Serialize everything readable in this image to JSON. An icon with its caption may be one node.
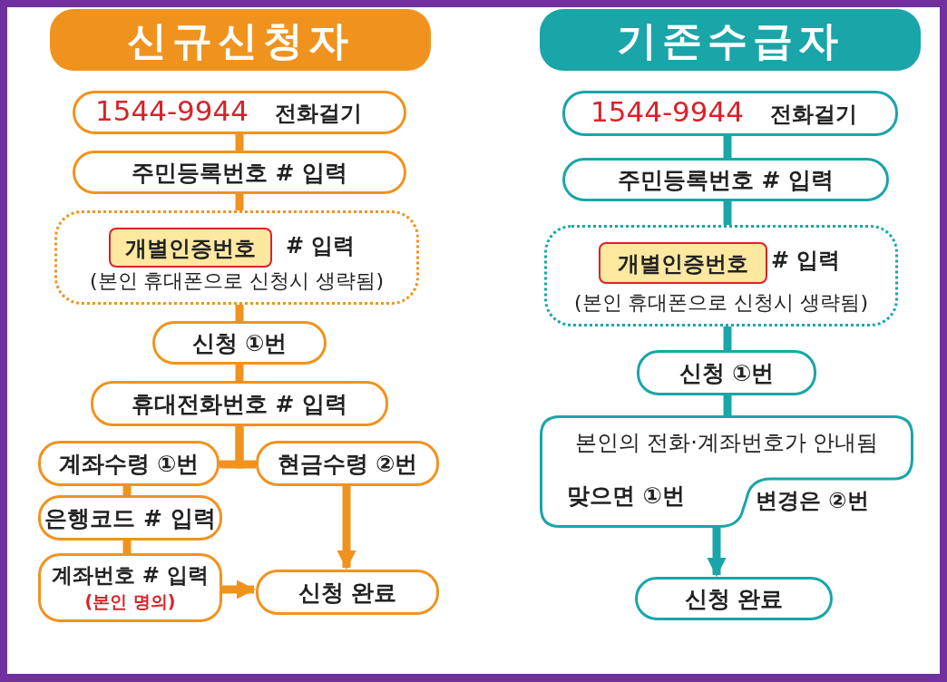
{
  "diagram": {
    "nodes": [
      {
        "text": [
          "신규신청자"
        ]
      },
      {
        "text": [
          "1544-9944",
          "전화걸기"
        ]
      },
      {
        "text": [
          "주민등록번호 # 입력"
        ]
      },
      {
        "text": [
          "# 입력",
          "(본인 휴대폰으로 신청시 생략됨)"
        ]
      },
      {
        "text": [
          "개별인증번호"
        ],
        "in": 3
      },
      {
        "text": [
          "신청 ①번"
        ]
      },
      {
        "text": [
          "휴대전화번호 # 입력"
        ]
      },
      {
        "text": [
          "계좌수령 ①번"
        ]
      },
      {
        "text": [
          "현금수령 ②번"
        ]
      },
      {
        "text": [
          "은행코드 # 입력"
        ]
      },
      {
        "text": [
          "계좌번호 # 입력",
          "(본인 명의)"
        ]
      },
      {
        "text": [
          "신청 완료"
        ]
      },
      {
        "text": [
          "기존수급자"
        ]
      },
      {
        "text": [
          "1544-9944",
          "전화걸기"
        ]
      },
      {
        "text": [
          "주민등록번호 # 입력"
        ]
      },
      {
        "text": [
          "# 입력",
          "(본인 휴대폰으로 신청시 생략됨)"
        ]
      },
      {
        "text": [
          "개별인증번호"
        ],
        "in": 15
      },
      {
        "text": [
          "신청 ①번"
        ]
      },
      {
        "text": [
          "본인의 전화·계좌번호가 안내됨",
          "맞으면 ①번",
          "변경은 ②번"
        ]
      },
      {
        "text": [
          "신청 완료"
        ]
      }
    ],
    "edges": [
      {
        "from": 1,
        "to": 2,
        "arrow": "none"
      },
      {
        "from": 2,
        "to": 3,
        "arrow": "none"
      },
      {
        "from": 3,
        "to": 5,
        "arrow": "none"
      },
      {
        "from": 5,
        "to": 6,
        "arrow": "none"
      },
      {
        "from": 6,
        "to": 7,
        "arrow": "none"
      },
      {
        "from": 6,
        "to": 8,
        "arrow": "none"
      },
      {
        "from": 7,
        "to": 9,
        "arrow": "none"
      },
      {
        "from": 9,
        "to": 10,
        "arrow": "none"
      },
      {
        "from": 10,
        "to": 11,
        "arrow": "to"
      },
      {
        "from": 8,
        "to": 11,
        "arrow": "to"
      },
      {
        "from": 13,
        "to": 14,
        "arrow": "none",
        "color": "#1aa5a8"
      },
      {
        "from": 14,
        "to": 15,
        "arrow": "none",
        "color": "#1aa5a8"
      },
      {
        "from": 15,
        "to": 17,
        "arrow": "none",
        "color": "#1aa5a8"
      },
      {
        "from": 17,
        "to": 18,
        "arrow": "none",
        "color": "#1aa5a8"
      },
      {
        "from": 18,
        "to": 19,
        "arrow": "to",
        "color": "#1aa5a8"
      }
    ]
  }
}
